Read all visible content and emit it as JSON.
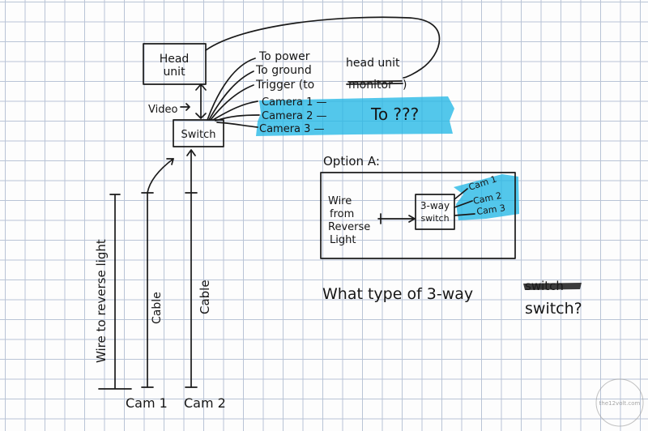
{
  "head_unit": {
    "line1": "Head",
    "line2": "unit"
  },
  "switch_label": "Switch",
  "video_label": "Video",
  "wires": {
    "power": "To power",
    "ground": "To ground",
    "trigger_prefix": "Trigger (to",
    "trigger_struck": "monitor",
    "trigger_insert": "head unit",
    "trigger_suffix": ")",
    "camera1": "Camera 1 —",
    "camera2": "Camera 2 —",
    "camera3": "Camera 3 —",
    "destination": "To ???"
  },
  "reverse_wire_label": "Wire to reverse light",
  "cable_labels": [
    "Cable",
    "Cable"
  ],
  "cams": [
    "Cam 1",
    "Cam 2"
  ],
  "option_a": {
    "title": "Option A:",
    "source": [
      "Wire",
      "from",
      "Reverse",
      "Light"
    ],
    "switch_line1": "3-way",
    "switch_line2": "switch",
    "outputs": [
      "Cam 1",
      "Cam 2",
      "Cam 3"
    ]
  },
  "question": {
    "line1": "What type of 3-way",
    "struck": "switch",
    "line2": "switch?"
  },
  "watermark": "the12volt.com",
  "colors": {
    "ink": "#1a1a1a",
    "highlight": "#22b7e6",
    "grid": "#b9c4d6"
  }
}
